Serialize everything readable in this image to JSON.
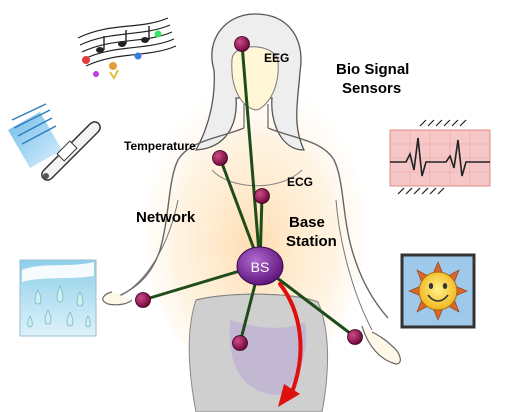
{
  "labels": {
    "eeg": "EEG",
    "bio_signal_line1": "Bio Signal",
    "bio_signal_line2": "Sensors",
    "temperature": "Temperature",
    "ecg": "ECG",
    "network": "Network",
    "base_station_line1": "Base",
    "base_station_line2": "Station",
    "bs": "BS"
  },
  "colors": {
    "sensor_node": "#8b0a4a",
    "network_line": "#1f4d1a",
    "base_station": "#6a1a86",
    "arrow": "#e01010",
    "ecg_panel": "#f6c7c7"
  },
  "icons": [
    "music-notes-icon",
    "thermometer-icon",
    "rain-icon",
    "ecg-waveform-icon",
    "sun-icon"
  ]
}
